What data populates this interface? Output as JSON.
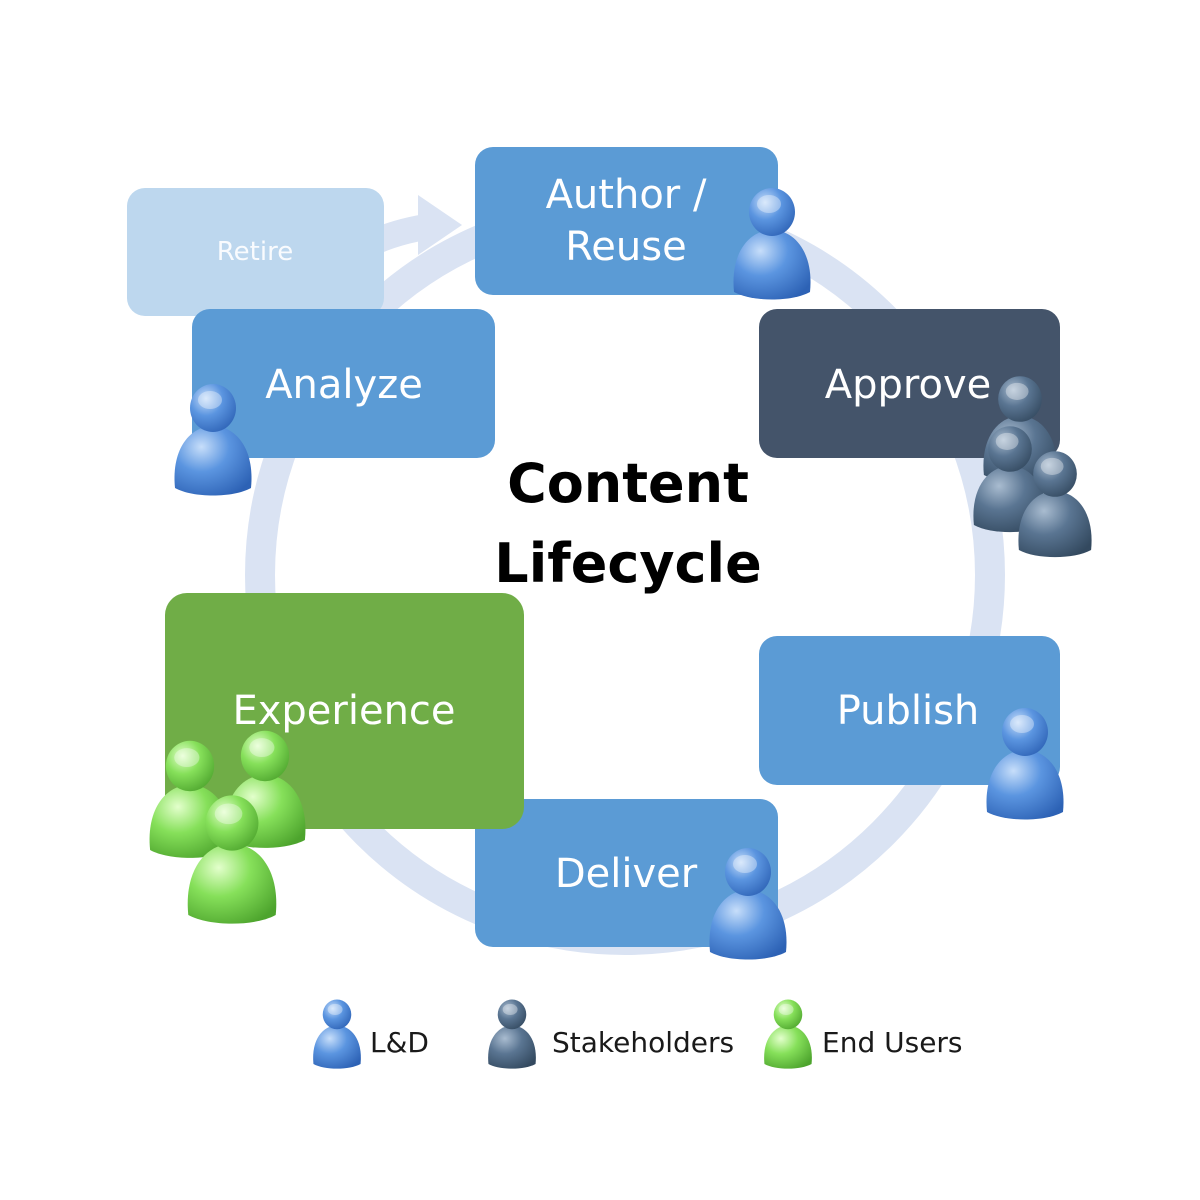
{
  "center": {
    "line1": "Content",
    "line2": "Lifecycle"
  },
  "steps": {
    "author": {
      "line1": "Author /",
      "line2": "Reuse"
    },
    "approve": {
      "label": "Approve"
    },
    "publish": {
      "label": "Publish"
    },
    "deliver": {
      "label": "Deliver"
    },
    "experience": {
      "label": "Experience"
    },
    "analyze": {
      "label": "Analyze"
    },
    "retire": {
      "label": "Retire"
    }
  },
  "legend": {
    "ld": "L&D",
    "stakeholders": "Stakeholders",
    "end_users": "End Users"
  },
  "colors": {
    "ld": "#5b9bd5",
    "stakeholders": "#44546a",
    "end_users": "#70ad47",
    "retire": "#bdd7ee",
    "ring": "#dae3f3"
  }
}
